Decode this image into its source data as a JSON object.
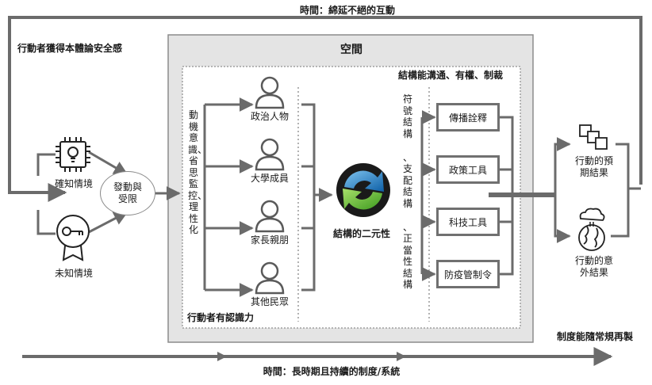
{
  "top_time": "時間：綿延不絕的互動",
  "bottom_time": "時間：長時期且持續的制度/系統",
  "actor_security": "行動者獲得本體論安全感",
  "known": "確知情境",
  "unknown": "未知情境",
  "motive_node": "發動與受限",
  "space_title": "空間",
  "vertical_left": "動機意識、省思監控、理性化",
  "people": [
    "政治人物",
    "大學成員",
    "家長親朋",
    "其他民眾"
  ],
  "knowledgeability": "行動者有認識力",
  "duality": "結構的二元性",
  "structure_caption": "結構能溝通、有權、制裁",
  "structures_vertical": [
    "符號結構",
    "支配結構",
    "正當性結構"
  ],
  "tools": [
    "傳播詮釋",
    "政策工具",
    "科技工具",
    "防疫管制令"
  ],
  "expected_outcome": "行動的預期結果",
  "unexpected_outcome": "行動的意外結果",
  "reproduction": "制度能隨常規再製",
  "colors": {
    "arrow": "#6b6b6b",
    "panel": "#e4e4e4",
    "panel_border": "#8c8c8c",
    "duality_blue": "#1f7fc8",
    "duality_green": "#5cb82e"
  }
}
